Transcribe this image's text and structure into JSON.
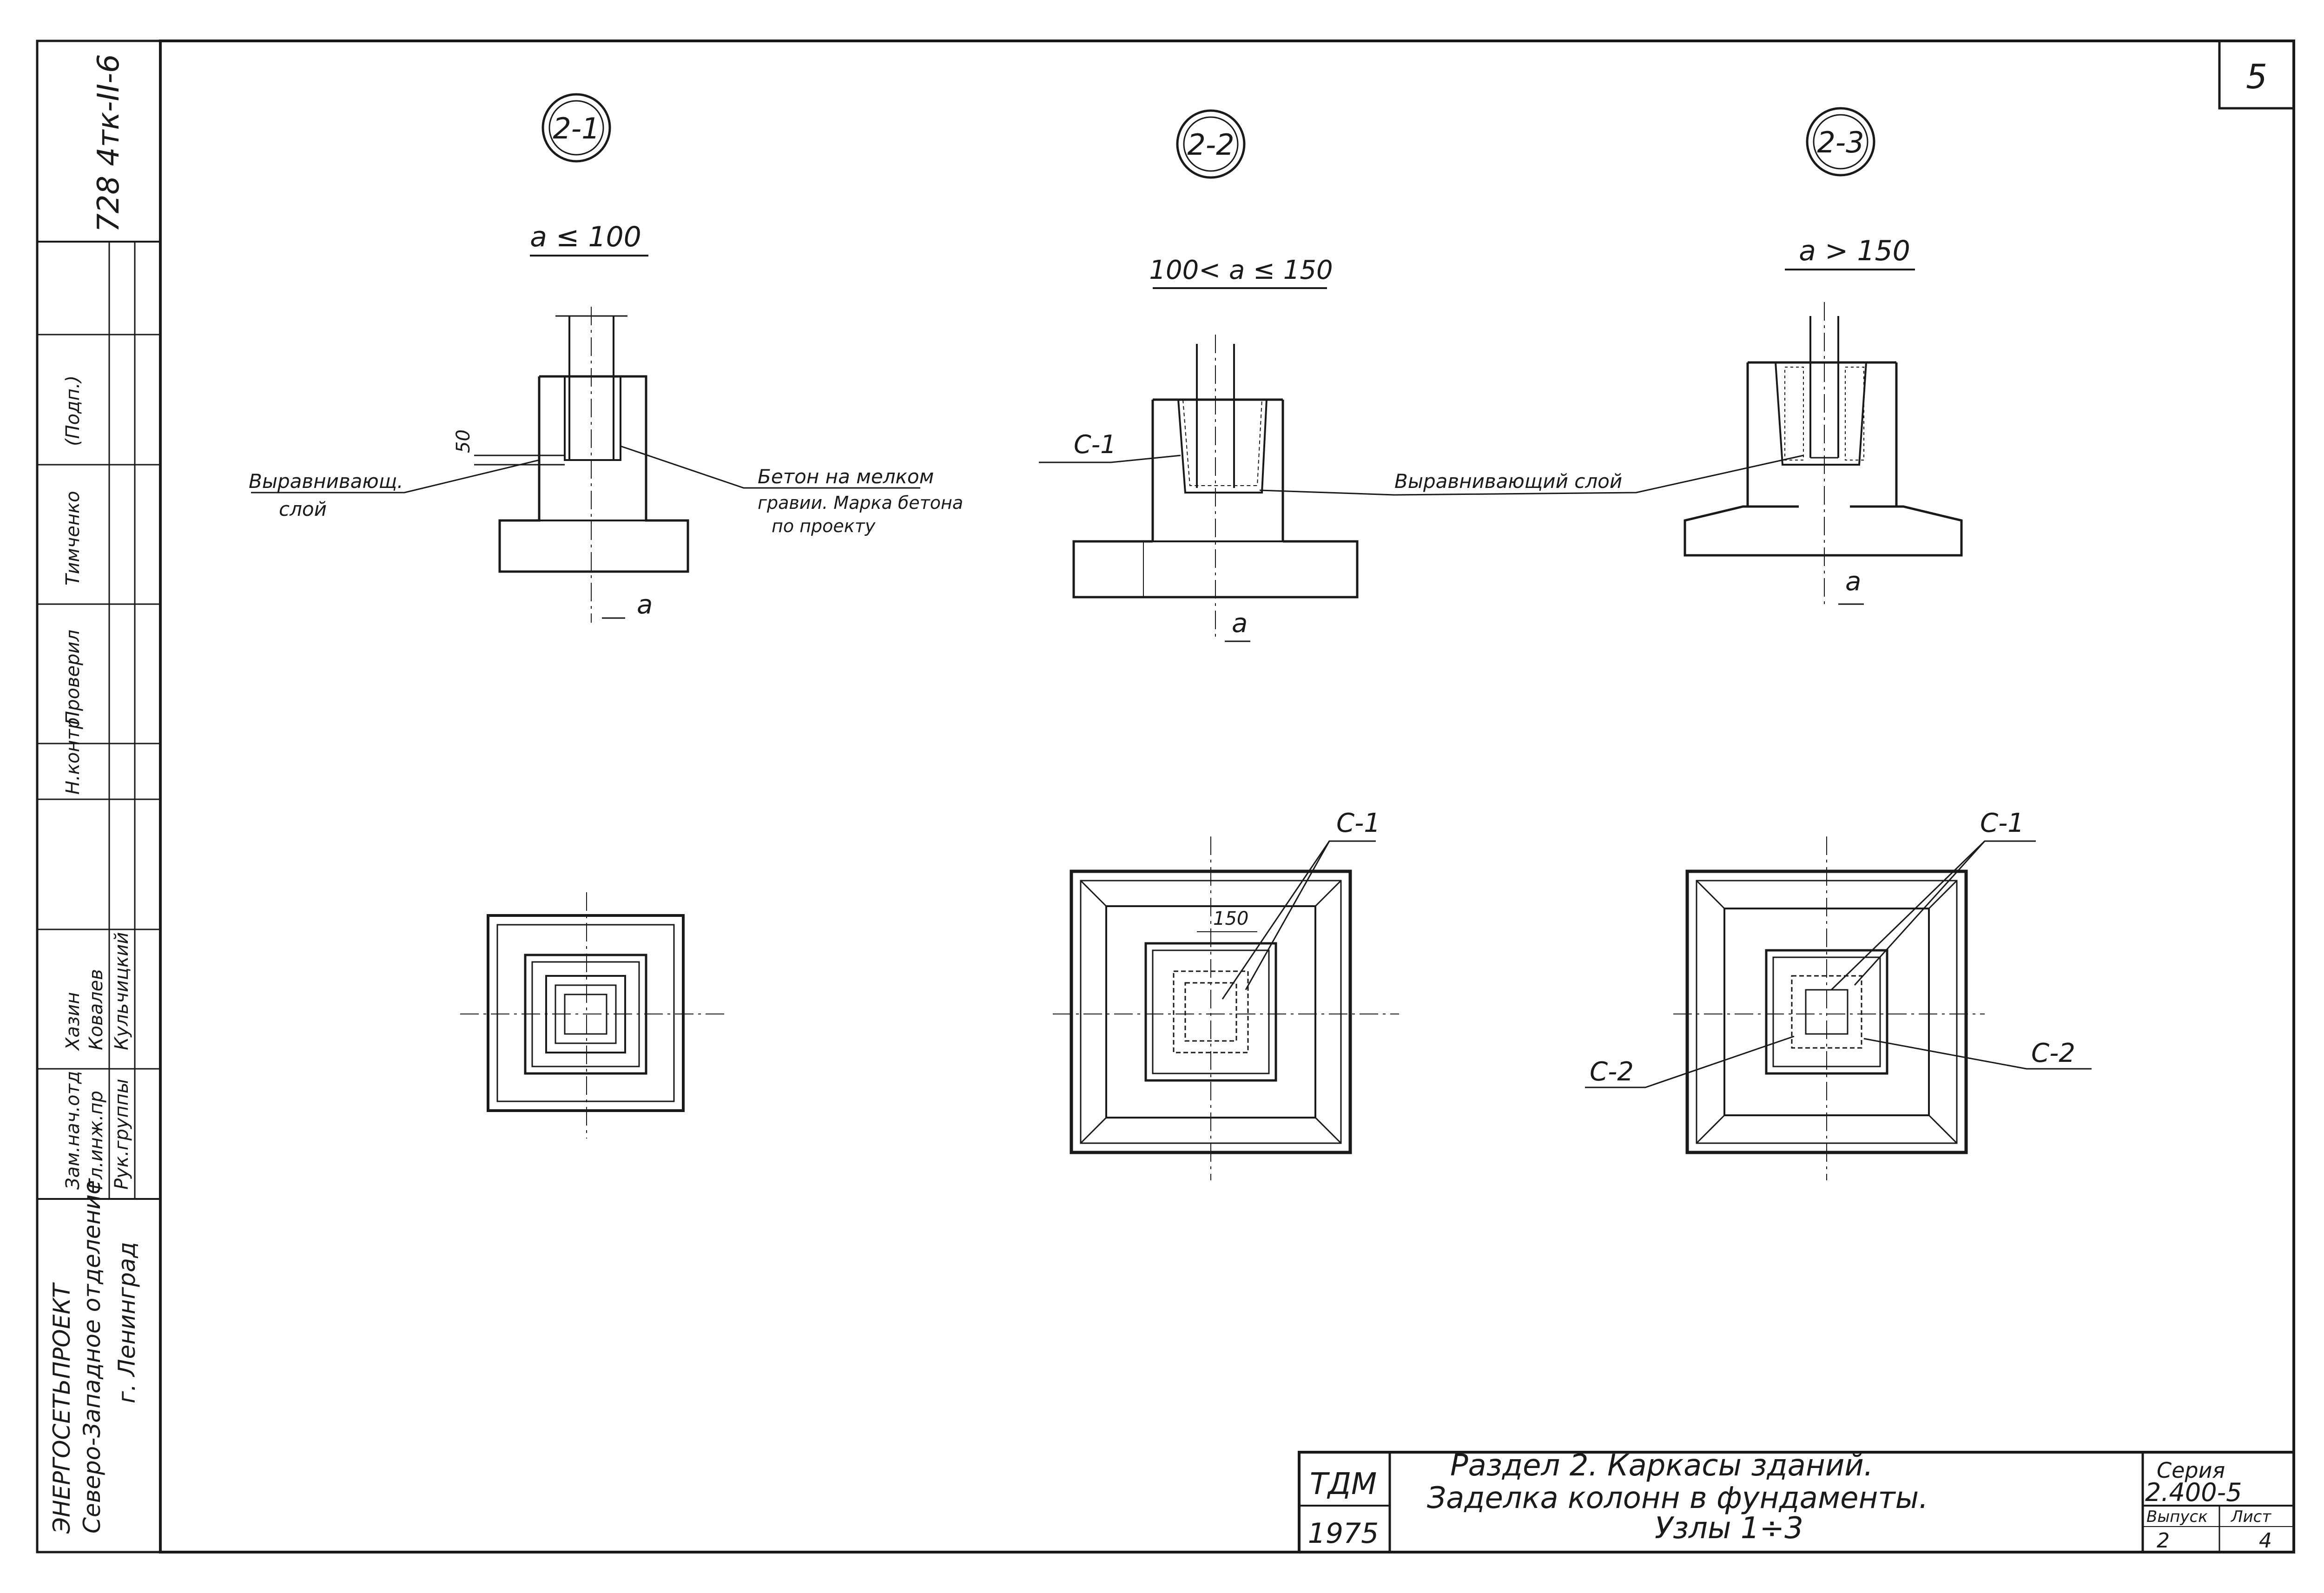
{
  "sheet_number": "5",
  "side_strip": {
    "project_code": "728 4тк-II-6",
    "org": [
      "ЭНЕРГОСЕТЬПРОЕКТ",
      "Северо-Западное отделение",
      "г. Ленинград"
    ],
    "roles": [
      "Зам.нач.отд",
      "Гл.инж.пр",
      "Рук.группы"
    ],
    "names": [
      "Хазин",
      "Ковалев",
      "Кульчицкий"
    ],
    "check_labels": [
      "Н.контр",
      "Проверил",
      "Тимченко",
      "(Подп.)"
    ]
  },
  "details": [
    {
      "id": "d1",
      "mark": "2-1",
      "condition": "a ≤ 100",
      "dim_50": "50",
      "dim_a": "a",
      "left_note": [
        "Выравнивающ.",
        "слой"
      ],
      "right_note": [
        "Бетон на мелком",
        "гравии. Марка бетона",
        "по проекту"
      ]
    },
    {
      "id": "d2",
      "mark": "2-2",
      "condition": "100< a ≤ 150",
      "c1_label": "С-1",
      "note": "Выравнивающий слой",
      "dim_a": "a",
      "plan_c1": "С-1",
      "plan_dim": "150"
    },
    {
      "id": "d3",
      "mark": "2-3",
      "condition": "a > 150",
      "dim_a": "a",
      "plan_c1": "С-1",
      "plan_c2_left": "С-2",
      "plan_c2_right": "С-2"
    }
  ],
  "title_block": {
    "org": "ТДМ",
    "year": "1975",
    "title": [
      "Раздел 2.   Каркасы зданий.",
      "Заделка колонн в фундаменты.",
      "Узлы 1÷3"
    ],
    "series_label": "Серия",
    "series": "2.400-5",
    "issue_label": "Выпуск",
    "issue": "2",
    "sheet_label": "Лист",
    "sheet": "4"
  }
}
